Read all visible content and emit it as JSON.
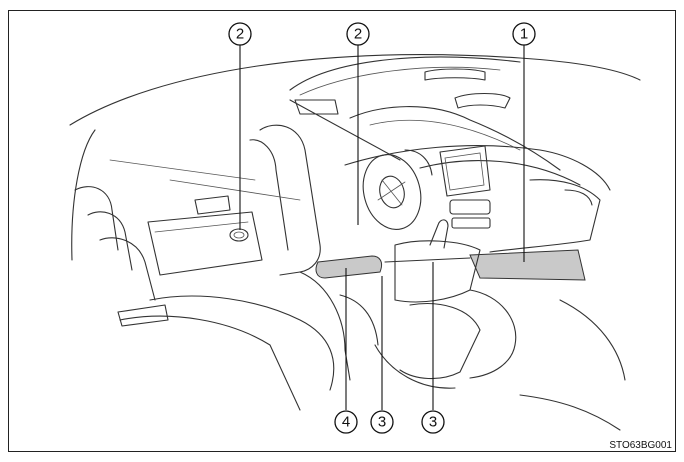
{
  "callouts": {
    "c1": "1",
    "c2_left": "2",
    "c2_center": "2",
    "c3_left": "3",
    "c3_right": "3",
    "c4": "4"
  },
  "figure_code": "STO63BG001",
  "highlight_color": "#c9c9c9"
}
